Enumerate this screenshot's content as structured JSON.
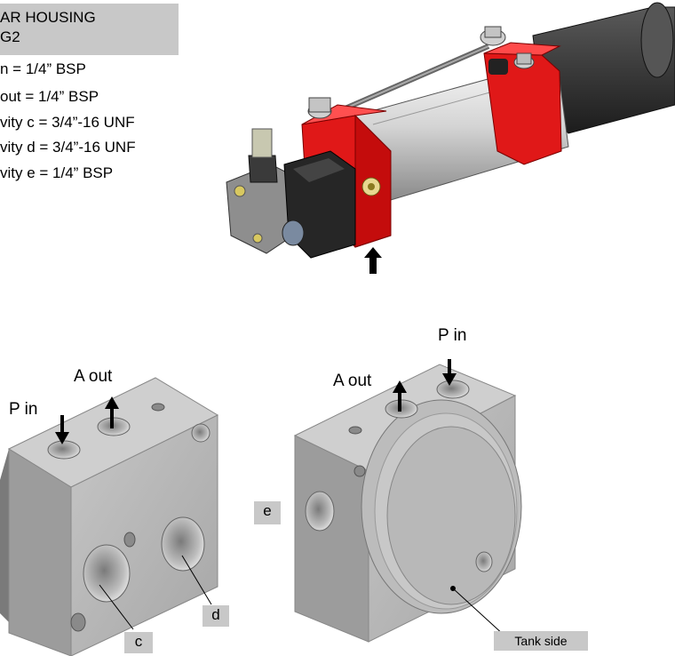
{
  "header": {
    "title_line1": "AR HOUSING",
    "title_line2": "G2"
  },
  "specs": [
    "n = 1/4” BSP",
    "out = 1/4” BSP",
    "vity c = 3/4”-16 UNF",
    "vity d = 3/4”-16 UNF",
    "vity e = 1/4” BSP"
  ],
  "left_block": {
    "label_p_in": "P in",
    "label_a_out": "A out",
    "tag_c": "c",
    "tag_d": "d"
  },
  "right_block": {
    "label_p_in": "P in",
    "label_a_out": "A out",
    "tag_e": "e",
    "tag_tank": "Tank side"
  },
  "colors": {
    "housing_red": "#e01818",
    "block_grey": "#b4b4b4",
    "tag_grey": "#c8c8c8",
    "cylinder_silver": "#d8d8d8",
    "motor_dark": "#3a3a3a"
  }
}
